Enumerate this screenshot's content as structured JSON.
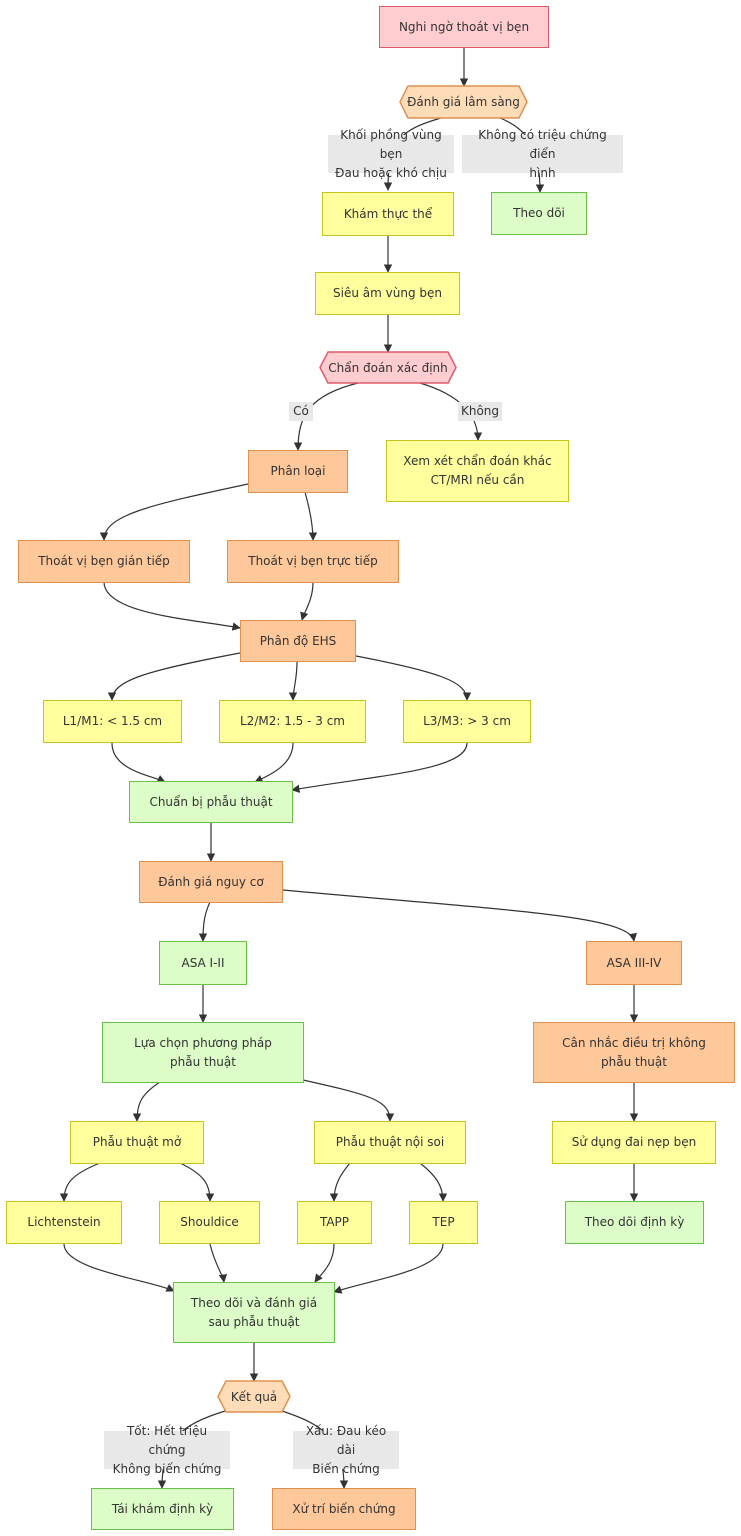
{
  "colors": {
    "start": "#ffccd0",
    "process": "#ffff9e",
    "success": "#dcfcc8",
    "warning": "#ffc89a",
    "edge_label_bg": "#e8e8e8",
    "edge": "#333333"
  },
  "nodes": {
    "suspect": "Nghi ngờ thoát vị bẹn",
    "clinical_eval": "Đánh giá lâm sàng",
    "physical_exam": "Khám thực thể",
    "monitor": "Theo dõi",
    "ultrasound": "Siêu âm vùng bẹn",
    "confirm_dx": "Chẩn đoán xác định",
    "classify": "Phân loại",
    "other_dx": "Xem xét chẩn đoán khác\nCT/MRI nếu cần",
    "indirect": "Thoát vị bẹn gián tiếp",
    "direct": "Thoát vị bẹn trực tiếp",
    "ehs_grade": "Phân độ EHS",
    "l1": "L1/M1: < 1.5 cm",
    "l2": "L2/M2: 1.5 - 3 cm",
    "l3": "L3/M3: > 3 cm",
    "prep_surgery": "Chuẩn bị phẫu thuật",
    "risk_eval": "Đánh giá nguy cơ",
    "asa_low": "ASA I-II",
    "asa_high": "ASA III-IV",
    "choose_method": "Lựa chọn phương pháp\nphẫu thuật",
    "nonsurgical": "Cân nhắc điều trị không\nphẫu thuật",
    "open_surgery": "Phẫu thuật mở",
    "lap_surgery": "Phẫu thuật nội soi",
    "truss": "Sử dụng đai nẹp bẹn",
    "lichtenstein": "Lichtenstein",
    "shouldice": "Shouldice",
    "tapp": "TAPP",
    "tep": "TEP",
    "periodic_monitor": "Theo dõi định kỳ",
    "postop": "Theo dõi và đánh giá\nsau phẫu thuật",
    "outcome": "Kết quả",
    "followup": "Tái khám định kỳ",
    "complication_mgmt": "Xử trí biến chứng"
  },
  "edge_labels": {
    "bulge": "Khối phồng vùng bẹn\nĐau hoặc khó chịu",
    "no_symptom": "Không có triệu chứng điển\nhình",
    "yes": "Có",
    "no": "Không",
    "good": "Tốt: Hết triệu chứng\nKhông biến chứng",
    "bad": "Xấu: Đau kéo dài\nBiến chứng"
  }
}
